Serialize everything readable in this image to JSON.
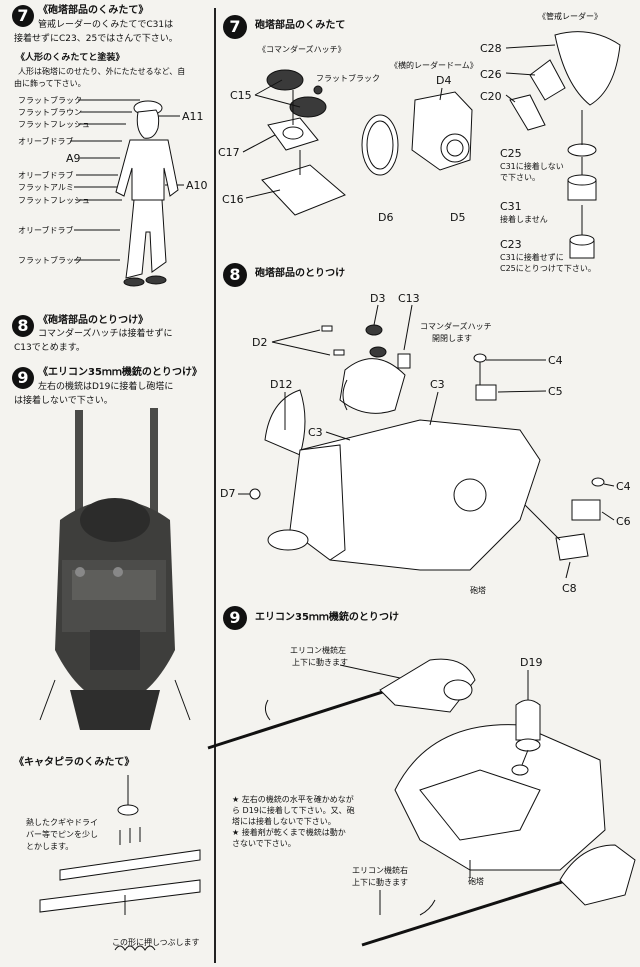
{
  "left": {
    "s7": {
      "num": "7",
      "title": "《砲塔部品のくみたて》",
      "lines": [
        "管戒レーダーのくみたてでC31は",
        "接着せずにC23、25ではさんで下さい。"
      ]
    },
    "figure": {
      "title": "《人形のくみたてと塗装》",
      "lines": [
        "人形は砲塔にのせたり、外にたたせるなど、自",
        "由に飾って下さい。"
      ],
      "paint_labels": [
        "フラットブラック",
        "フラットブラウン",
        "フラットフレッシュ",
        "オリーブドラブ",
        "オリーブドラブ",
        "フラットアルミ",
        "フラットフレッシュ",
        "オリーブドラブ",
        "フラットブラック"
      ],
      "part_labels": [
        "A11",
        "A9",
        "A10"
      ]
    },
    "s8": {
      "num": "8",
      "title": "《砲塔部品のとりつけ》",
      "lines": [
        "コマンダーズハッチは接着せずに",
        "C13でとめます。"
      ]
    },
    "s9": {
      "num": "9",
      "title": "《エリコン35ｍｍ機銃のとりつけ》",
      "lines": [
        "左右の機銃はD19に接着し砲塔に",
        "は接着しないで下さい。"
      ]
    },
    "track": {
      "title": "《キャタピラのくみたて》",
      "lines": [
        "熱したクギやドライ",
        "バー等でピンを少し",
        "とかします。"
      ],
      "bottom_note": "この形に押しつぶします"
    }
  },
  "right": {
    "s7": {
      "num": "7",
      "title": "砲塔部品のくみたて",
      "commander_hatch": "《コマンダーズハッチ》",
      "flat_black": "フラットブラック",
      "radar_dome": "《横的レーダードーム》",
      "radar_title": "《管戒レーダー》",
      "notes": [
        "C31に接着しない",
        "で下さい。",
        "接着しません",
        "C31に接着せずに",
        "C25にとりつけて下さい。"
      ],
      "part_labels": [
        "C15",
        "C17",
        "C16",
        "D4",
        "D6",
        "D5",
        "C28",
        "C26",
        "C20",
        "C25",
        "C31",
        "C23"
      ]
    },
    "s8": {
      "num": "8",
      "title": "砲塔部品のとりつけ",
      "hatch_note": [
        "コマンダーズハッチ",
        "開閉します"
      ],
      "turret_label": "砲塔",
      "part_labels": [
        "D3",
        "C13",
        "D2",
        "D12",
        "C3",
        "C3",
        "C4",
        "C5",
        "D7",
        "C4",
        "C6",
        "C8"
      ]
    },
    "s9": {
      "num": "9",
      "title": "エリコン35ｍｍ機銃のとりつけ",
      "gun_left_note": [
        "エリコン機銃左",
        "上下に動きます"
      ],
      "gun_right_note": [
        "エリコン機銃右",
        "上下に動きます"
      ],
      "d19": "D19",
      "warnings": [
        "★ 左右の機銃の水平を確かめなが",
        "ら D19に接着して下さい。又、砲",
        "塔には接着しないで下さい。",
        "★ 接着剤が乾くまで機銃は動か",
        "さないで下さい。"
      ],
      "turret_label": "砲塔"
    }
  }
}
